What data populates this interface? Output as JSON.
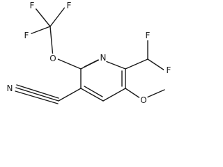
{
  "molecule": {
    "atoms": {
      "f1": "F",
      "f2": "F",
      "f3": "F",
      "o_ether": "O",
      "n_ring": "N",
      "f4": "F",
      "f5": "F",
      "n_nitrile": "N",
      "o_methoxy": "O"
    }
  }
}
